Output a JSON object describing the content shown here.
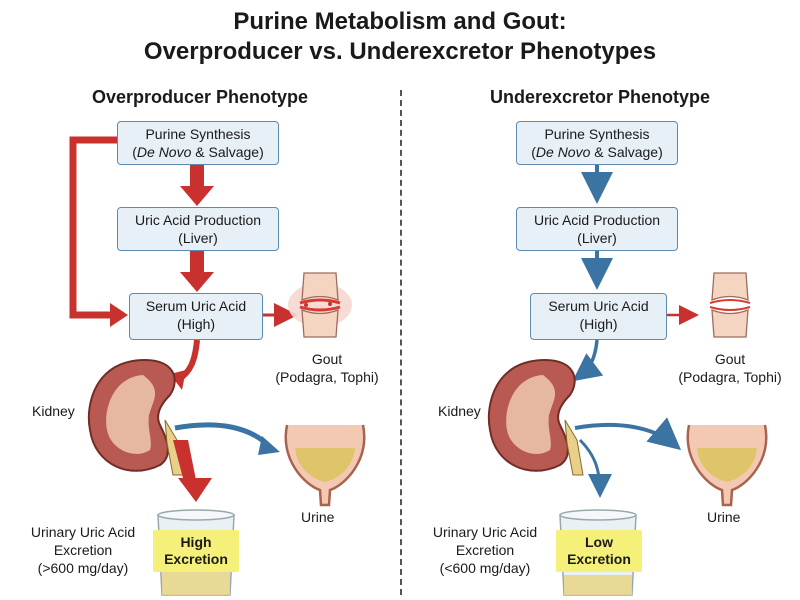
{
  "title": {
    "line1": "Purine Metabolism and Gout:",
    "line2": "Overproducer vs. Underexcretor Phenotypes"
  },
  "left": {
    "heading": "Overproducer Phenotype",
    "synthesis": {
      "line1": "Purine Synthesis",
      "italic": "De Novo",
      "rest": " & Salvage)"
    },
    "production": {
      "line1": "Uric Acid Production",
      "line2": "(Liver)"
    },
    "serum": {
      "line1": "Serum Uric Acid",
      "line2": "(High)"
    },
    "gout": {
      "line1": "Gout",
      "line2": "(Podagra, Tophi)"
    },
    "kidney": "Kidney",
    "urine": "Urine",
    "excretion_label": {
      "line1": "Urinary Uric Acid",
      "line2": "Excretion",
      "line3": "(>600 mg/day)"
    },
    "badge": {
      "line1": "High",
      "line2": "Excretion"
    }
  },
  "right": {
    "heading": "Underexcretor Phenotype",
    "synthesis": {
      "line1": "Purine Synthesis",
      "italic": "De Novo",
      "rest": " & Salvage)"
    },
    "production": {
      "line1": "Uric Acid Production",
      "line2": "(Liver)"
    },
    "serum": {
      "line1": "Serum Uric Acid",
      "line2": "(High)"
    },
    "gout": {
      "line1": "Gout",
      "line2": "(Podagra, Tophi)"
    },
    "kidney": "Kidney",
    "urine": "Urine",
    "excretion_label": {
      "line1": "Urinary Uric Acid",
      "line2": "Excretion",
      "line3": "(<600 mg/day)"
    },
    "badge": {
      "line1": "Low",
      "line2": "Excretion"
    }
  },
  "colors": {
    "overproducer_arrow": "#c8312d",
    "underexcretor_arrow": "#3b74a3",
    "box_fill": "#e8f0f7",
    "box_border": "#5d8bb0",
    "badge_fill": "#f5f07a",
    "kidney": "#b85a52",
    "bladder": "#e6a58e",
    "urine_fill": "#e0c46a"
  }
}
